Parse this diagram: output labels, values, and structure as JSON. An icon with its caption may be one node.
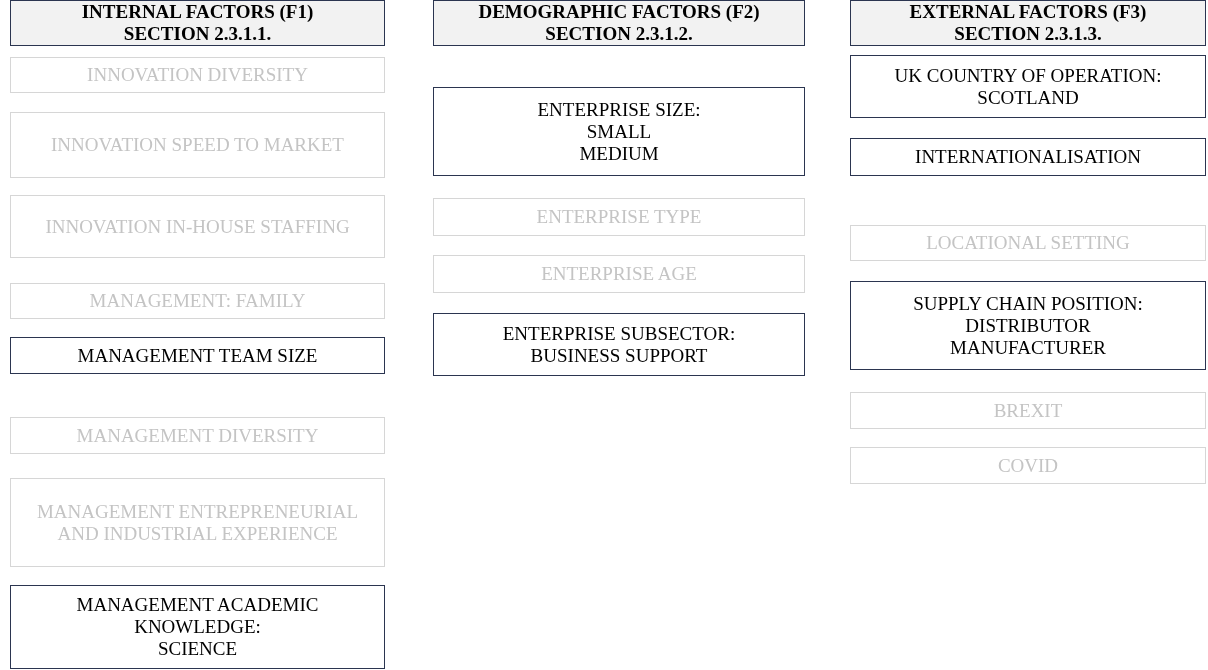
{
  "diagram": {
    "nodes": [
      {
        "text": [
          "INTERNAL FACTORS (F1)",
          "SECTION 2.3.1.1."
        ]
      },
      {
        "text": [
          "INNOVATION DIVERSITY"
        ]
      },
      {
        "text": [
          "INNOVATION SPEED TO MARKET"
        ]
      },
      {
        "text": [
          "INNOVATION IN-HOUSE STAFFING"
        ]
      },
      {
        "text": [
          "MANAGEMENT: FAMILY"
        ]
      },
      {
        "text": [
          "MANAGEMENT TEAM SIZE"
        ]
      },
      {
        "text": [
          "MANAGEMENT DIVERSITY"
        ]
      },
      {
        "text": [
          "MANAGEMENT ENTREPRENEURIAL AND INDUSTRIAL EXPERIENCE"
        ]
      },
      {
        "text": [
          "MANAGEMENT ACADEMIC KNOWLEDGE:",
          "SCIENCE"
        ]
      },
      {
        "text": [
          "DEMOGRAPHIC FACTORS (F2)",
          "SECTION 2.3.1.2."
        ]
      },
      {
        "text": [
          "ENTERPRISE SIZE:",
          "SMALL",
          "MEDIUM"
        ]
      },
      {
        "text": [
          "ENTERPRISE TYPE"
        ]
      },
      {
        "text": [
          "ENTERPRISE AGE"
        ]
      },
      {
        "text": [
          "ENTERPRISE SUBSECTOR:",
          "BUSINESS SUPPORT"
        ]
      },
      {
        "text": [
          "EXTERNAL FACTORS (F3)",
          "SECTION 2.3.1.3."
        ]
      },
      {
        "text": [
          "UK COUNTRY OF OPERATION:",
          "SCOTLAND"
        ]
      },
      {
        "text": [
          "INTERNATIONALISATION"
        ]
      },
      {
        "text": [
          "LOCATIONAL SETTING"
        ]
      },
      {
        "text": [
          "SUPPLY CHAIN POSITION:",
          "DISTRIBUTOR",
          "MANUFACTURER"
        ]
      },
      {
        "text": [
          "BREXIT"
        ]
      },
      {
        "text": [
          "COVID"
        ]
      }
    ]
  }
}
